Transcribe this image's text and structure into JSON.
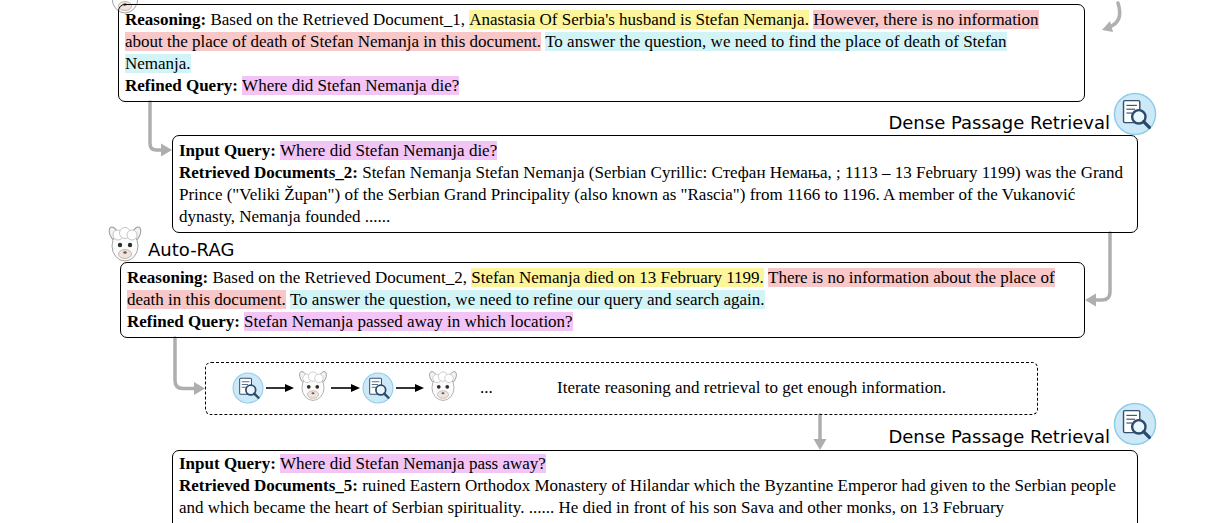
{
  "diagram": {
    "nodes": [
      {
        "text": [
          "Reasoning:",
          "Based on the Retrieved Document_1,",
          "Anastasia Of Serbia's husband is Stefan Nemanja.",
          "However, there is no information about the place of death of Stefan Nemanja in this document.",
          "To answer the question, we need to find the place of death of Stefan Nemanja.",
          "Refined Query:",
          "Where did Stefan Nemanja die?"
        ]
      },
      {
        "text": [
          "Input Query:",
          "Where did Stefan Nemanja die?",
          "Retrieved Documents_2:",
          "Stefan Nemanja Stefan Nemanja (Serbian Cyrillic: Стефан Немања, ; 1113 – 13 February 1199) was the Grand Prince (\"Veliki Župan\") of the Serbian Grand Principality (also known as \"Rascia\") from 1166 to 1196. A member of the Vukanović dynasty, Nemanja founded ......"
        ]
      },
      {
        "text": [
          "Reasoning:",
          "Based on the Retrieved Document_2,",
          "Stefan Nemanja died on 13 February 1199.",
          "There is no information about the place of death in this document.",
          "To answer the question, we need to refine our query and search again.",
          "Refined Query:",
          "Stefan Nemanja passed away in which location?"
        ]
      },
      {
        "text": [
          "...",
          "Iterate reasoning and retrieval to get enough information."
        ]
      },
      {
        "text": [
          "Input Query:",
          "Where did Stefan Nemanja pass away?",
          "Retrieved Documents_5:",
          "ruined Eastern Orthodox Monastery of Hilandar which the Byzantine Emperor had given to the Serbian people and which became the heart of Serbian spirituality. ...... He died in front of his son Sava and other monks, on 13 February"
        ]
      }
    ],
    "edges": [
      {
        "from": 0,
        "to": 1,
        "arrow": "to"
      },
      {
        "from": 1,
        "to": 2,
        "arrow": "to"
      },
      {
        "from": 2,
        "to": 3,
        "arrow": "to"
      },
      {
        "from": 3,
        "to": 4,
        "arrow": "to"
      }
    ],
    "labels": [
      "Dense Passage Retrieval",
      "Auto-RAG",
      "Dense Passage Retrieval"
    ]
  }
}
